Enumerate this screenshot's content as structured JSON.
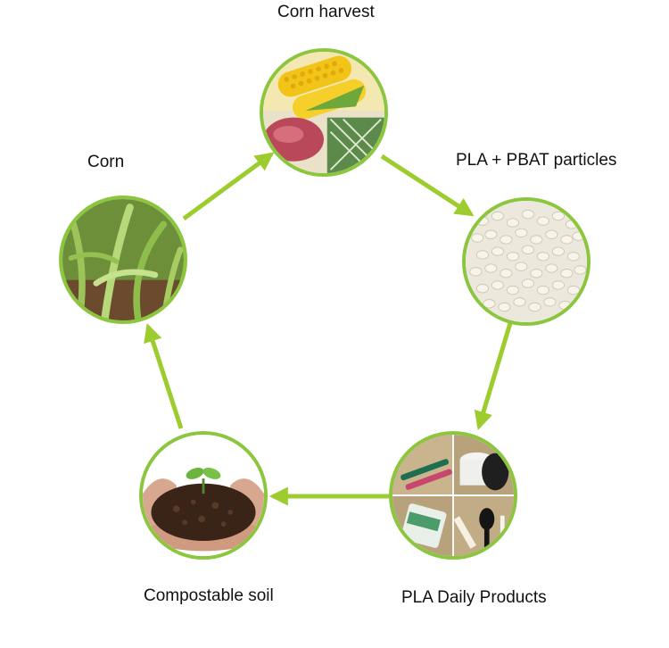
{
  "diagram": {
    "accent_color": "#8cc63f",
    "nodes": [
      {
        "id": "corn-harvest",
        "label": "Corn harvest",
        "image": "corn-cobs-and-sweet-potato-photo"
      },
      {
        "id": "pla-pbat",
        "label": "PLA + PBAT particles",
        "image": "white-pellets-photo"
      },
      {
        "id": "pla-products",
        "label": "PLA Daily Products",
        "image": "straws-cups-cutlery-photo"
      },
      {
        "id": "compost-soil",
        "label": "Compostable soil",
        "image": "hands-holding-soil-with-seedling-photo"
      },
      {
        "id": "corn",
        "label": "Corn",
        "image": "green-corn-plants-photo"
      }
    ],
    "arrows": [
      {
        "from": "corn-harvest",
        "to": "pla-pbat"
      },
      {
        "from": "pla-pbat",
        "to": "pla-products"
      },
      {
        "from": "pla-products",
        "to": "compost-soil"
      },
      {
        "from": "compost-soil",
        "to": "corn"
      },
      {
        "from": "corn",
        "to": "corn-harvest"
      }
    ]
  }
}
